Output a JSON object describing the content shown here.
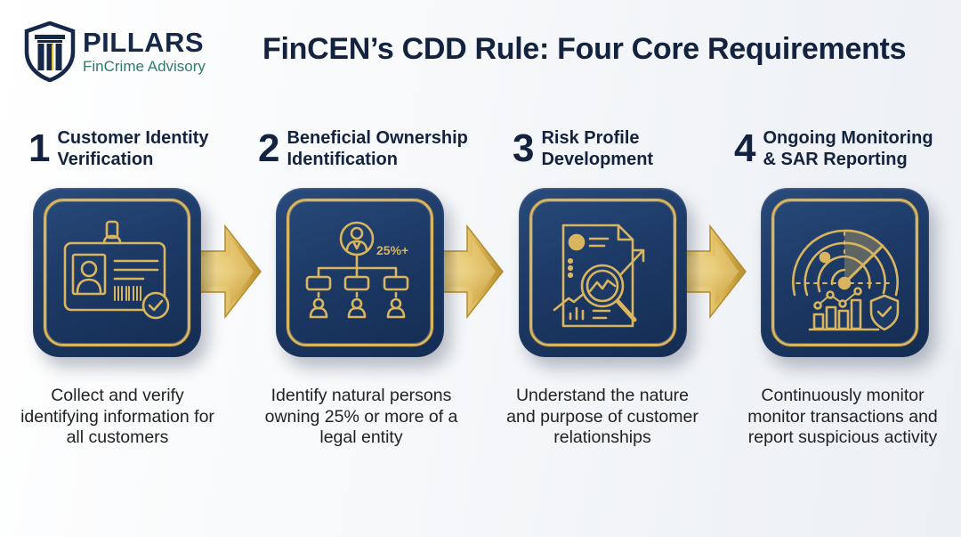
{
  "logo": {
    "name": "PILLARS",
    "subtitle": "FinCrime Advisory",
    "icon": "shield-pillar-icon",
    "colors": {
      "navy": "#15284a",
      "teal": "#2f7a6e",
      "gold": "#d9b84a"
    }
  },
  "title": "FinCEN’s CDD Rule: Four Core Requirements",
  "colors": {
    "tile": "#1d3a66",
    "gold": "#d8b55e",
    "text": "#13233f"
  },
  "steps": [
    {
      "number": "1",
      "title_line1": "Customer Identity",
      "title_line2": "Verification",
      "icon": "id-card-check-icon",
      "description": "Collect and verify identifying information for all customers"
    },
    {
      "number": "2",
      "title_line1": "Beneficial Ownership",
      "title_line2": "Identification",
      "icon": "ownership-hierarchy-icon",
      "icon_label": "25%+",
      "description": "Identify natural persons owning 25% or more of a legal entity"
    },
    {
      "number": "3",
      "title_line1": "Risk Profile",
      "title_line2": "Development",
      "icon": "document-analysis-magnifier-icon",
      "description": "Understand the nature and purpose of customer relationships"
    },
    {
      "number": "4",
      "title_line1": "Ongoing Monitoring",
      "title_line2": "& SAR Reporting",
      "icon": "radar-chart-shield-icon",
      "description": "Continuously monitor monitor transactions and report suspicious activity"
    }
  ]
}
